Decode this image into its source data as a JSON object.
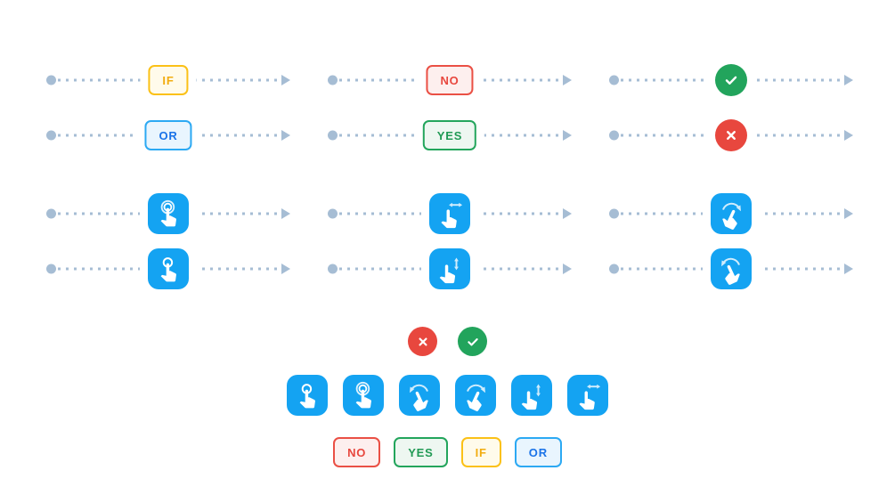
{
  "colors": {
    "tile_blue": "#14A3F2",
    "dotted_line": "#A6BDD4",
    "success_green": "#22A45C",
    "error_red": "#E8473E",
    "yellow_border": "#FBC117",
    "yellow_text": "#F2AC0F",
    "blue_border": "#2CA9F3",
    "blue_text": "#1A73E8",
    "icon_foreground": "#FFFFFF",
    "background": "#FFFFFF"
  },
  "grid": {
    "rows": [
      {
        "cells": [
          {
            "kind": "badge",
            "variant": "yellow",
            "text": "IF"
          },
          {
            "kind": "badge",
            "variant": "red",
            "text": "NO"
          },
          {
            "kind": "status",
            "variant": "success",
            "icon": "check-icon"
          }
        ]
      },
      {
        "cells": [
          {
            "kind": "badge",
            "variant": "blue",
            "text": "OR"
          },
          {
            "kind": "badge",
            "variant": "green",
            "text": "YES"
          },
          {
            "kind": "status",
            "variant": "error",
            "icon": "cross-icon"
          }
        ]
      },
      {
        "cells": [
          {
            "kind": "gesture",
            "icon": "double-tap-icon"
          },
          {
            "kind": "gesture",
            "icon": "swipe-horizontal-icon"
          },
          {
            "kind": "gesture",
            "icon": "rotate-clockwise-icon"
          }
        ]
      },
      {
        "cells": [
          {
            "kind": "gesture",
            "icon": "tap-icon"
          },
          {
            "kind": "gesture",
            "icon": "swipe-vertical-icon"
          },
          {
            "kind": "gesture",
            "icon": "rotate-counterclockwise-icon"
          }
        ]
      }
    ],
    "line_decorations": [
      "start-dot",
      "dotted-line",
      "arrowhead-icon"
    ]
  },
  "legend": {
    "status_icons": [
      "cross-icon",
      "check-icon"
    ],
    "gesture_icons": [
      "tap-icon",
      "double-tap-icon",
      "rotate-counterclockwise-icon",
      "rotate-clockwise-icon",
      "swipe-vertical-icon",
      "swipe-horizontal-icon"
    ],
    "badges": [
      {
        "text": "NO",
        "variant": "red"
      },
      {
        "text": "YES",
        "variant": "green"
      },
      {
        "text": "IF",
        "variant": "yellow"
      },
      {
        "text": "OR",
        "variant": "blue"
      }
    ]
  }
}
